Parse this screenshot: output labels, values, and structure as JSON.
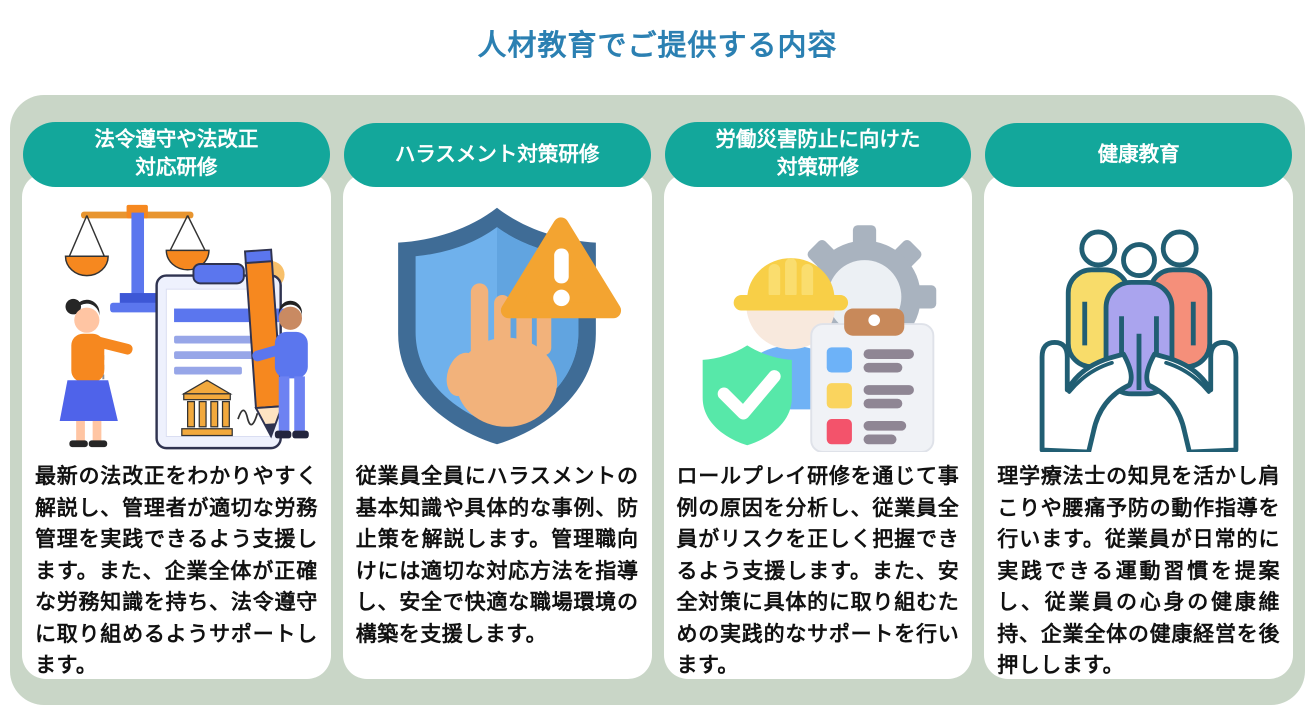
{
  "title": "人材教育でご提供する内容",
  "colors": {
    "title_text": "#2b80b2",
    "frame_bg": "#c9d6c7",
    "card_bg": "#ffffff",
    "header_pill_bg": "#13a79b",
    "header_pill_text": "#ffffff",
    "body_text": "#111111"
  },
  "cards": [
    {
      "header": "法令遵守や法改正\n対応研修",
      "illustration": "law-scale-contract-illustration",
      "description": "最新の法改正をわかりやすく解説し、管理者が適切な労務管理を実践できるよう支援します。また、企業全体が正確な労務知識を持ち、法令遵守に取り組めるようサポートします。"
    },
    {
      "header": "ハラスメント対策研修",
      "illustration": "shield-hand-warning-illustration",
      "description": "従業員全員にハラスメントの基本知識や具体的な事例、防止策を解説します。管理職向けには適切な対応方法を指導し、安全で快適な職場環境の構築を支援します。"
    },
    {
      "header": "労働災害防止に向けた\n対策研修",
      "illustration": "worker-gear-checklist-illustration",
      "description": "ロールプレイ研修を通じて事例の原因を分析し、従業員全員がリスクを正しく把握できるよう支援します。また、安全対策に具体的に取り組むための実践的なサポートを行います。"
    },
    {
      "header": "健康教育",
      "illustration": "hands-holding-people-illustration",
      "description": "理学療法士の知見を活かし肩こりや腰痛予防の動作指導を行います。従業員が日常的に実践できる運動習慣を提案し、従業員の心身の健康維持、企業全体の健康経営を後押しします。"
    }
  ]
}
